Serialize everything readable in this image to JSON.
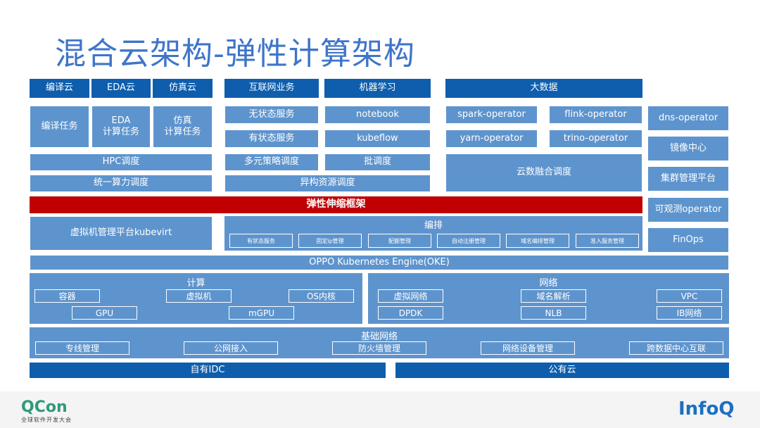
{
  "title": "混合云架构-弹性计算架构",
  "top": {
    "compile_cloud": "编译云",
    "eda_cloud": "EDA云",
    "sim_cloud": "仿真云",
    "internet_biz": "互联网业务",
    "ml": "机器学习",
    "bigdata": "大数据"
  },
  "tasks": {
    "compile": "编译任务",
    "eda_l1": "EDA",
    "eda_l2": "计算任务",
    "sim_l1": "仿真",
    "sim_l2": "计算任务"
  },
  "services": {
    "stateless": "无状态服务",
    "stateful": "有状态服务",
    "notebook": "notebook",
    "kubeflow": "kubeflow",
    "spark": "spark-operator",
    "flink": "flink-operator",
    "yarn": "yarn-operator",
    "trino": "trino-operator"
  },
  "schedule": {
    "hpc": "HPC调度",
    "unified": "统一算力调度",
    "multi": "多元策略调度",
    "batch": "批调度",
    "hetero": "异构资源调度",
    "cloud_data": "云数融合调度"
  },
  "right": {
    "dns": "dns-operator",
    "mirror": "镜像中心",
    "cluster": "集群管理平台",
    "observe": "可观测operator",
    "finops": "FinOps"
  },
  "elastic": "弹性伸缩框架",
  "kubevirt": "虚拟机管理平台kubevirt",
  "orchestration": {
    "title": "编排",
    "items": [
      "有状态服务",
      "固定ip管理",
      "配额管理",
      "自动注册管理",
      "域名编排管理",
      "准入服务管理"
    ]
  },
  "oke": "OPPO Kubernetes Engine(OKE)",
  "compute": {
    "title": "计算",
    "container": "容器",
    "vm": "虚拟机",
    "os_kernel": "OS内核",
    "gpu": "GPU",
    "mgpu": "mGPU"
  },
  "network": {
    "title": "网络",
    "vnet": "虚拟网络",
    "dns": "域名解析",
    "vpc": "VPC",
    "dpdk": "DPDK",
    "nlb": "NLB",
    "ib": "IB网络"
  },
  "infra": {
    "title": "基础网络",
    "items": [
      "专线管理",
      "公网接入",
      "防火墙管理",
      "网络设备管理",
      "跨数据中心互联"
    ]
  },
  "own_idc": "自有IDC",
  "public_cloud": "公有云",
  "footer": {
    "qcon": "QCon",
    "qcon_sub": "全球软件开发大会",
    "infoq": "InfoQ"
  }
}
